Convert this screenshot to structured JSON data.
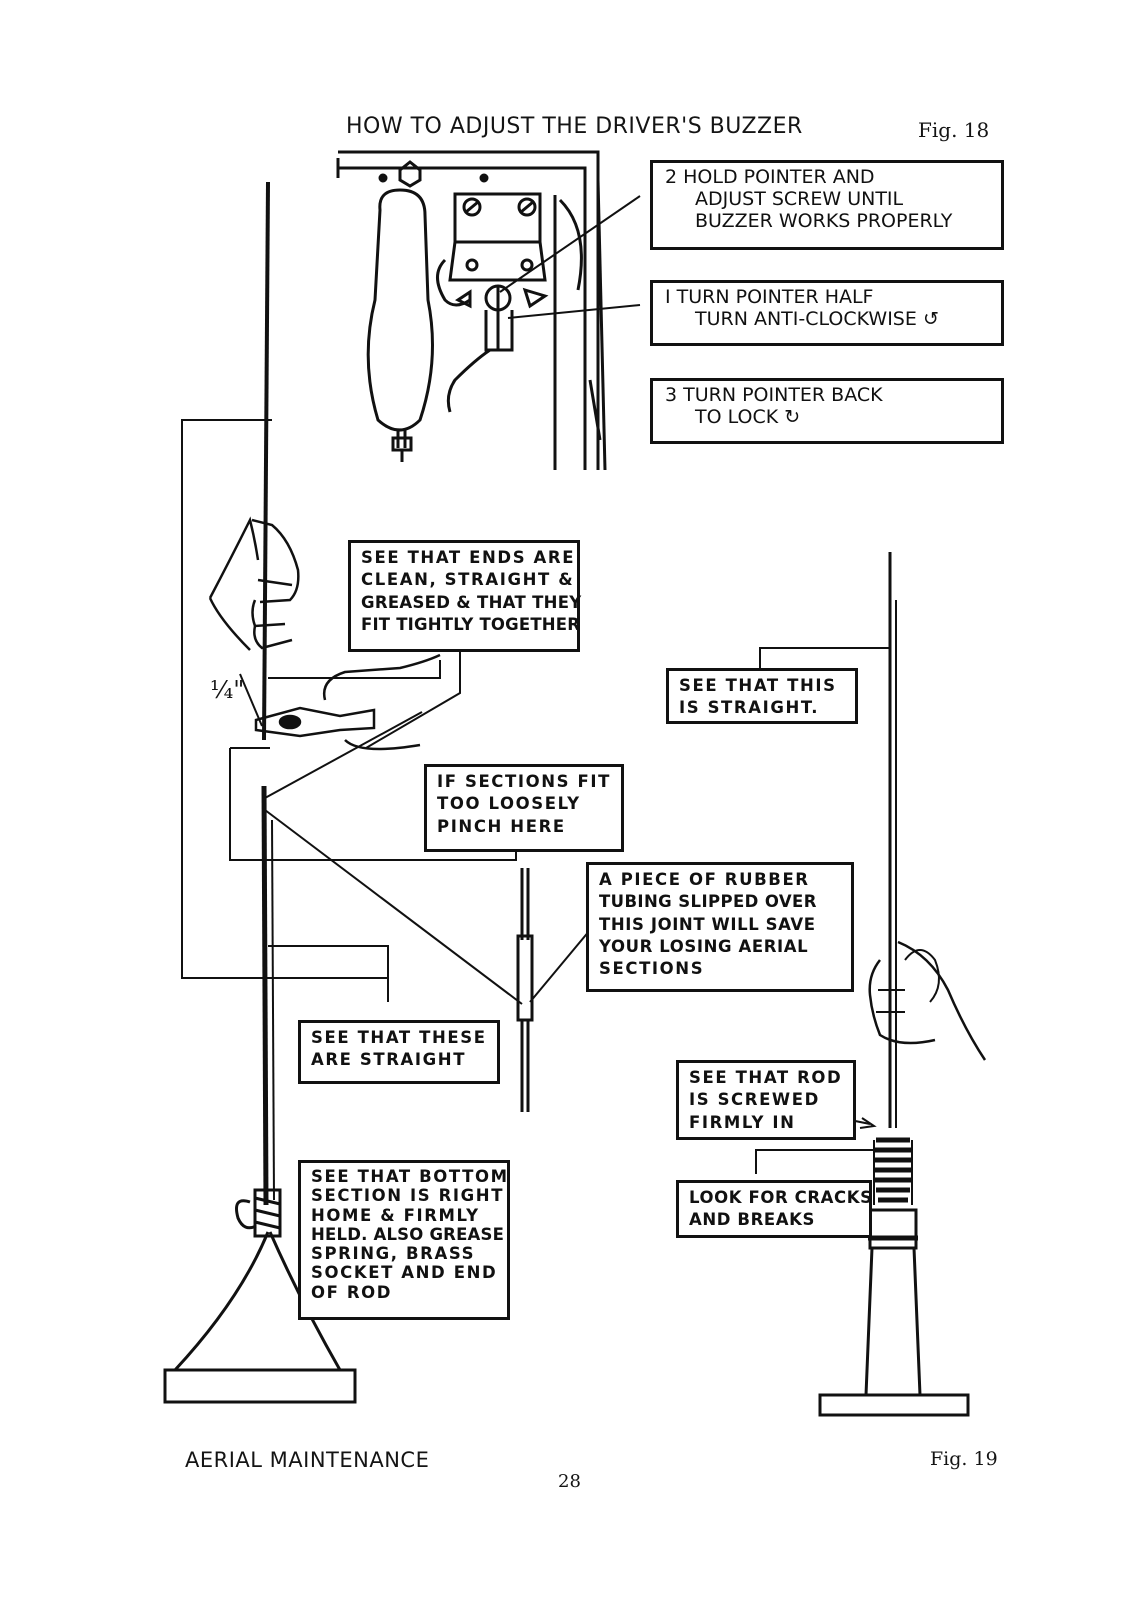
{
  "figure18": {
    "title": "HOW TO ADJUST THE DRIVER'S BUZZER",
    "label": "Fig. 18",
    "callouts": {
      "step2": [
        "2  HOLD POINTER AND",
        "ADJUST SCREW UNTIL",
        "BUZZER WORKS PROPERLY"
      ],
      "step1": [
        "I  TURN POINTER HALF",
        "TURN ANTI-CLOCKWISE"
      ],
      "step3": [
        "3  TURN POINTER BACK",
        "TO LOCK"
      ]
    }
  },
  "figure19": {
    "title": "AERIAL MAINTENANCE",
    "label": "Fig. 19",
    "quarter_mark": "¼\"",
    "callouts": {
      "ends": [
        "SEE THAT ENDS ARE",
        "CLEAN, STRAIGHT &",
        "GREASED & THAT THEY",
        "FIT TIGHTLY TOGETHER"
      ],
      "pinch": [
        "IF SECTIONS FIT",
        "TOO LOOSELY",
        "PINCH HERE"
      ],
      "rubber": [
        "A PIECE OF RUBBER",
        "TUBING SLIPPED OVER",
        "THIS JOINT WILL SAVE",
        "YOUR LOSING AERIAL",
        "SECTIONS"
      ],
      "straight_these": [
        "SEE THAT THESE",
        "ARE STRAIGHT"
      ],
      "straight_this": [
        "SEE THAT THIS",
        "IS STRAIGHT."
      ],
      "bottom": [
        "SEE THAT BOTTOM",
        "SECTION IS RIGHT",
        "HOME & FIRMLY",
        "HELD. ALSO GREASE",
        "SPRING, BRASS",
        "SOCKET AND END",
        "OF ROD"
      ],
      "rod": [
        "SEE THAT ROD",
        "IS SCREWED",
        "FIRMLY IN"
      ],
      "cracks": [
        "LOOK FOR CRACKS",
        "AND BREAKS"
      ]
    }
  },
  "page_number": "28"
}
